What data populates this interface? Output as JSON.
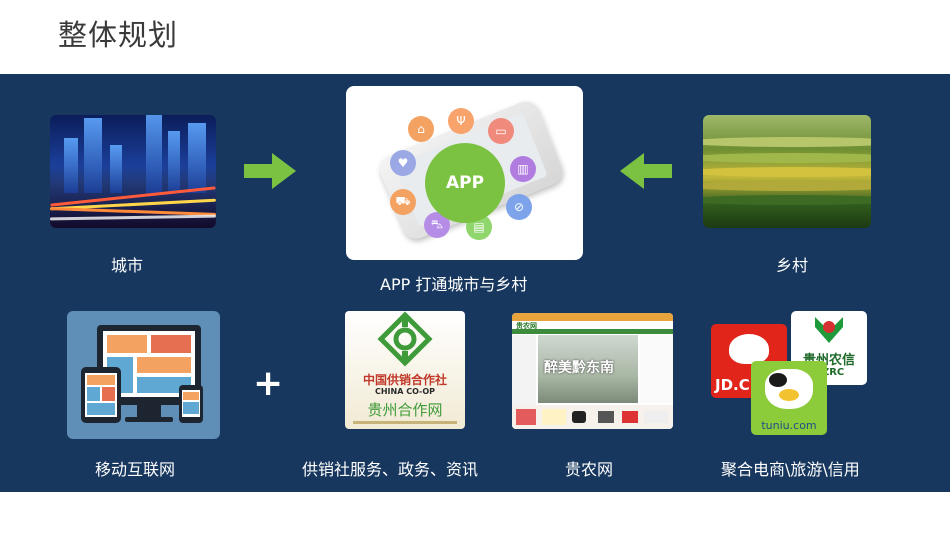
{
  "title": "整体规划",
  "top": {
    "city_label": "城市",
    "village_label": "乡村",
    "app_circle_text": "APP",
    "app_caption": "APP 打通城市与乡村"
  },
  "bottom": {
    "plus": "+",
    "mobile_label": "移动互联网",
    "coop_label": "供销社服务、政务、资讯",
    "gnw_label": "贵农网",
    "ecom_label": "聚合电商\\旅游\\信用",
    "coop_logo_cn": "中国供销合作社",
    "coop_logo_en": "CHINA CO-OP",
    "coop_logo_gz": "贵州合作网",
    "gnw_site_name": "贵农网",
    "gnw_banner": "醉美黔东南",
    "jd_text": "JD.C",
    "gzrc_cn": "贵州农信",
    "gzrc_en": "GZRC",
    "tuniu_text": "tuniu.com"
  },
  "colors": {
    "band": "#17375e",
    "arrow": "#7cc242",
    "app_circle": "#7cc242"
  }
}
